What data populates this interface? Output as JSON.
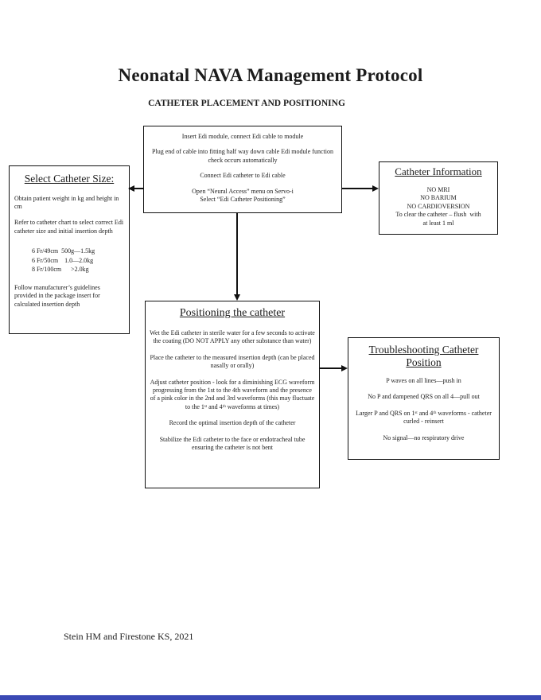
{
  "page": {
    "title": "Neonatal NAVA Management Protocol",
    "subtitle": "CATHETER PLACEMENT AND POSITIONING",
    "footer": "Stein HM and Firestone KS, 2021"
  },
  "setup_box": {
    "p1": "Insert Edi module, connect Edi cable to module",
    "p2": "Plug end of cable into fitting half way down cable Edi module function check occurs automatically",
    "p3": "Connect Edi catheter to Edi cable",
    "p4a": "Open “Neural Access” menu on Servo-i",
    "p4b": "Select “Edi Catheter Positioning”"
  },
  "select_box": {
    "header": "Select Catheter Size:",
    "p1": "Obtain patient weight in kg and height in cm",
    "p2": "Refer to catheter chart to select correct Edi catheter size and initial insertion depth",
    "sizes": [
      "6 Fr/49cm  500g—1.5kg",
      "6 Fr/50cm    1.0—2.0kg",
      "8 Fr/100cm      >2.0kg"
    ],
    "p3": "Follow manufacturer’s guidelines provided in the package insert for calculated insertion depth"
  },
  "info_box": {
    "header": "Catheter Information",
    "lines": [
      "NO MRI",
      "NO BARIUM",
      "NO CARDIOVERSION",
      "To clear the catheter – flush  with",
      "at least 1 ml"
    ]
  },
  "positioning_box": {
    "header": "Positioning the catheter",
    "p1": "Wet the Edi catheter in sterile water for a few seconds to activate the coating (DO NOT APPLY any other substance than water)",
    "p2": "Place the catheter to the measured insertion depth (can be placed nasally or orally)",
    "p3": "Adjust catheter position - look for a diminishing ECG waveform progressing from the 1st to the 4th waveform and the presence of a pink color in the 2nd and 3rd waveforms (this may fluctuate to the 1ˢᵗ and 4ᵗʰ waveforms at times)",
    "p4": "Record the optimal insertion depth of the catheter",
    "p5": "Stabilize the Edi catheter to the face or endotracheal tube ensuring the catheter is not bent"
  },
  "troubleshoot_box": {
    "header": "Troubleshooting Catheter Position",
    "p1": "P waves on all lines—push in",
    "p2": "No P and dampened QRS on all 4—pull out",
    "p3": "Larger P and QRS on 1ˢᵗ and 4ᵗʰ waveforms  - catheter curled - reinsert",
    "p4": "No signal—no respiratory drive"
  },
  "colors": {
    "text": "#1c1c1c",
    "border": "#111111",
    "background": "#ffffff",
    "bottom_strip": "#3a49b4"
  }
}
